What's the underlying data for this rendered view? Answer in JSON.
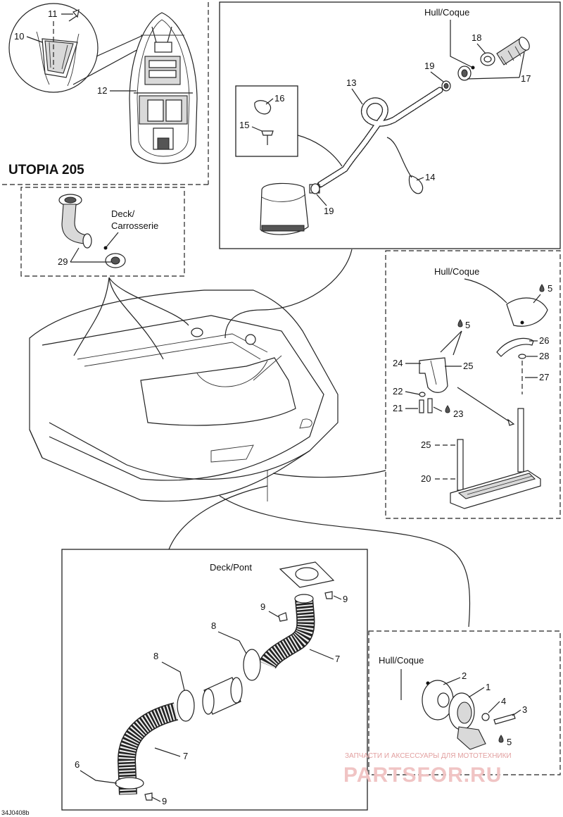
{
  "title": "UTOPIA 205",
  "diagram_code": "34J0408b",
  "watermark": {
    "line1": "ЗАПЧАСТИ И АКСЕССУАРЫ ДЛЯ МОТОТЕХНИКИ",
    "line2": "PARTSFOR.RU"
  },
  "labels": {
    "hull_coque": "Hull/Coque",
    "deck": "Deck/",
    "carrosserie": "Carrosserie",
    "deck_pont": "Deck/Pont",
    "drop_5": "5",
    "drop_23": "23"
  },
  "callouts": {
    "p1": "1",
    "p2": "2",
    "p3": "3",
    "p4": "4",
    "p6": "6",
    "p7": "7",
    "p8": "8",
    "p9": "9",
    "p10": "10",
    "p11": "11",
    "p12": "12",
    "p13": "13",
    "p14": "14",
    "p15": "15",
    "p16": "16",
    "p17": "17",
    "p18": "18",
    "p19": "19",
    "p20": "20",
    "p21": "21",
    "p22": "22",
    "p24": "24",
    "p25": "25",
    "p26": "26",
    "p27": "27",
    "p28": "28",
    "p29": "29"
  }
}
